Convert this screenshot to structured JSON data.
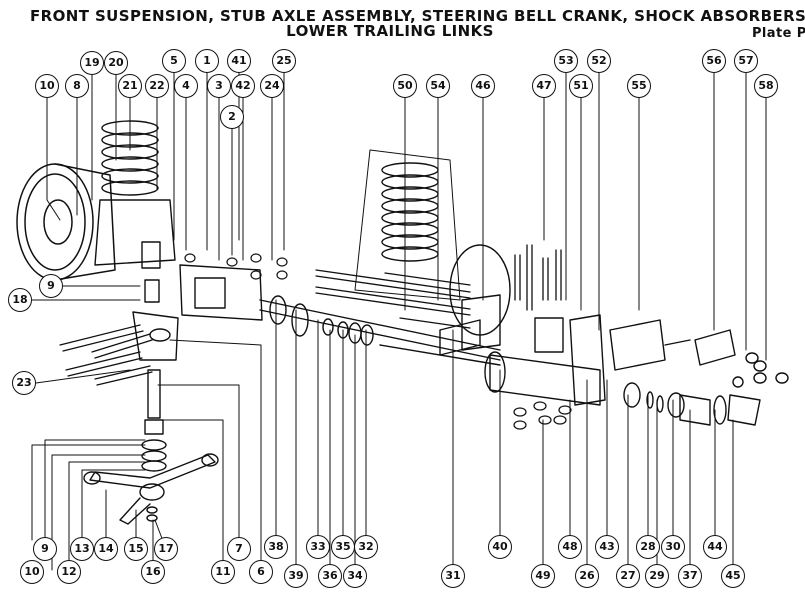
{
  "title": {
    "line1": "FRONT SUSPENSION, STUB AXLE ASSEMBLY,  STEERING BELL CRANK, SHOCK ABSORBERS,",
    "line2": "LOWER TRAILING LINKS",
    "plate": "Plate P"
  },
  "callouts": [
    "10",
    "19",
    "8",
    "20",
    "21",
    "22",
    "5",
    "4",
    "1",
    "3",
    "41",
    "42",
    "2",
    "25",
    "24",
    "9",
    "18",
    "23",
    "50",
    "54",
    "46",
    "47",
    "53",
    "52",
    "51",
    "55",
    "56",
    "57",
    "58",
    "38",
    "39",
    "33",
    "36",
    "35",
    "34",
    "32",
    "31",
    "40",
    "49",
    "48",
    "26",
    "43",
    "27",
    "28",
    "29",
    "30",
    "37",
    "44",
    "45",
    "9",
    "13",
    "14",
    "15",
    "16",
    "17",
    "10",
    "12",
    "11",
    "6",
    "7"
  ]
}
